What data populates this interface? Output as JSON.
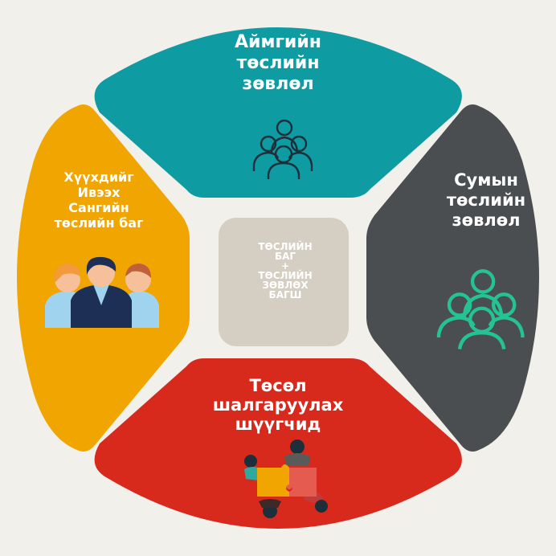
{
  "colors": {
    "background": "#f2f0ea",
    "top": "#0f9ba2",
    "right": "#4a4e51",
    "bottom": "#d8291d",
    "left": "#f0a500",
    "center": "#d4cfc2",
    "icon_dark": "#1d2f3a",
    "icon_green": "#25c394"
  },
  "segments": {
    "top": {
      "label": "Аймгийн\nтөслийн\nзөвлөл"
    },
    "right": {
      "label": "Сумын\nтөслийн\nзөвлөл"
    },
    "left": {
      "label": "Хүүхдийг\nИвээх\nСангийн\nтөслийн баг"
    },
    "bottom": {
      "label": "Төсөл\nшалгаруулах\nшүүгчид"
    }
  },
  "center": {
    "label": "ТӨСЛИЙН\nБАГ\n+\nТӨСЛИЙН\nЗӨВЛӨХ\nБАГШ"
  },
  "icons": {
    "top": "group-of-people-outline-icon",
    "right": "group-of-people-outline-icon",
    "left": "three-people-team-icon",
    "bottom": "people-solving-puzzle-icon"
  }
}
